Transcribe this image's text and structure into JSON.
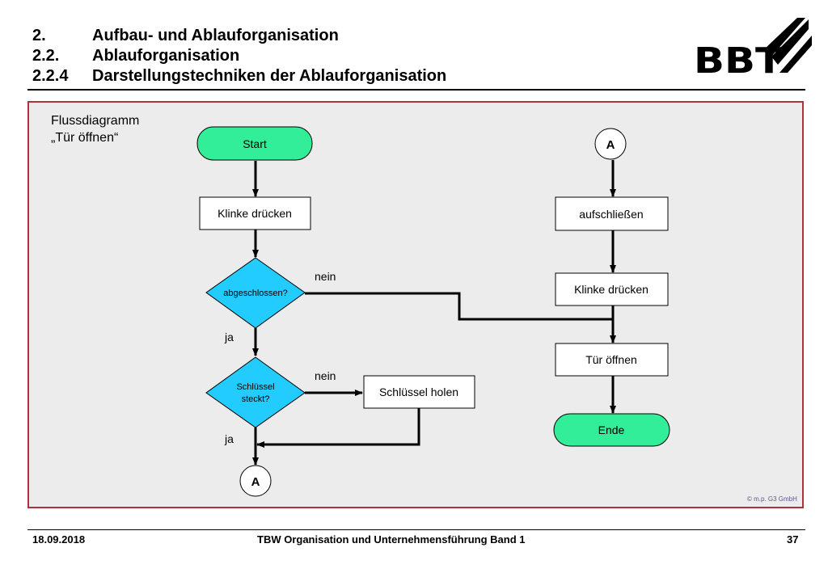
{
  "header": {
    "lines": [
      {
        "num": "2.",
        "text": "Aufbau- und Ablauforganisation"
      },
      {
        "num": "2.2.",
        "text": "Ablauforganisation"
      },
      {
        "num": "2.2.4",
        "text": "Darstellungstechniken der Ablauforganisation"
      }
    ],
    "logo": "BBT"
  },
  "diagram": {
    "title": "Flussdiagramm",
    "subtitle": "„Tür öffnen“",
    "start": "Start",
    "step_klinke_1": "Klinke drücken",
    "decision_abgeschlossen": "abgeschlossen?",
    "decision_schluessel_line1": "Schlüssel",
    "decision_schluessel_line2": "steckt?",
    "step_schluessel_holen": "Schlüssel holen",
    "connector_bottom": "A",
    "connector_top": "A",
    "step_aufschliessen": "aufschließen",
    "step_klinke_2": "Klinke drücken",
    "step_tuer_oeffnen": "Tür öffnen",
    "end": "Ende",
    "label_nein_1": "nein",
    "label_ja_1": "ja",
    "label_nein_2": "nein",
    "label_ja_2": "ja",
    "copyright": "© m.p. G3 GmbH"
  },
  "footer": {
    "date": "18.09.2018",
    "title": "TBW Organisation und Unternehmensführung Band 1",
    "page": "37"
  },
  "colors": {
    "terminal": "#33ee99",
    "decision": "#22ccff",
    "panel_border": "#b03040",
    "panel_bg": "#ececec"
  }
}
